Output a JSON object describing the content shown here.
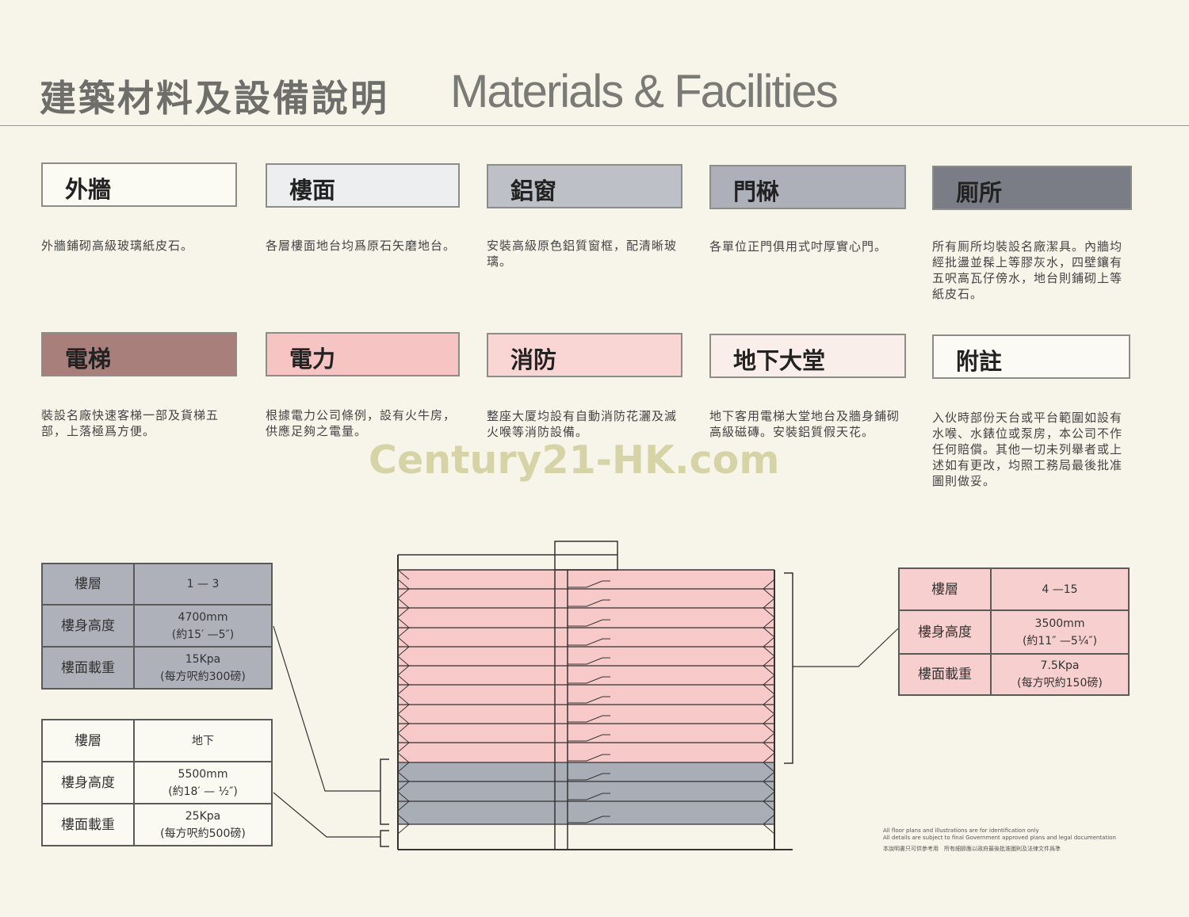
{
  "header": {
    "title_zh": "建築材料及設備說明",
    "title_en": "Materials & Facilities"
  },
  "categories": [
    {
      "title": "外牆",
      "desc": "外牆鋪砌高級玻璃紙皮石。"
    },
    {
      "title": "樓面",
      "desc": "各層樓面地台均爲原石矢磨地台。"
    },
    {
      "title": "鋁窗",
      "desc": "安裝高級原色鋁質窗框，配清晰玻璃。"
    },
    {
      "title": "門㮟",
      "desc": "各單位正門俱用式吋厚實心門。"
    },
    {
      "title": "厠所",
      "desc": "所有厠所均裝設名廠潔具。內牆均經批盪並髹上等膠灰水，四壁鑲有五呎高瓦仔傍水，地台則鋪砌上等紙皮石。"
    },
    {
      "title": "電梯",
      "desc": "裝設名廠快速客梯一部及貨梯五部，上落極爲方便。"
    },
    {
      "title": "電力",
      "desc": "根據電力公司條例，設有火牛房，供應足夠之電量。"
    },
    {
      "title": "消防",
      "desc": "整座大厦均設有自動消防花灑及滅火喉等消防設備。"
    },
    {
      "title": "地下大堂",
      "desc": "地下客用電梯大堂地台及牆身鋪砌高級磁磚。安裝鋁質假天花。"
    },
    {
      "title": "附註",
      "desc": "入伙時部份天台或平台範圍如設有水喉、水錶位或泵房，本公司不作任何賠償。其他一切未列舉者或上述如有更改，均照工務局最後批准圖則做妥。"
    }
  ],
  "watermark": "Century21-HK.com",
  "tables": {
    "floors_1_3": {
      "floor_label": "樓層",
      "floor_value": "1 — 3",
      "height_label": "樓身高度",
      "height_value": "4700mm",
      "height_note": "(約15′ —5″)",
      "load_label": "樓面載重",
      "load_value": "15Kpa",
      "load_note": "(每方呎約300磅)"
    },
    "ground": {
      "floor_label": "樓層",
      "floor_value": "地下",
      "height_label": "樓身高度",
      "height_value": "5500mm",
      "height_note": "(約18′ — ½″)",
      "load_label": "樓面載重",
      "load_value": "25Kpa",
      "load_note": "(每方呎約500磅)"
    },
    "floors_4_15": {
      "floor_label": "樓層",
      "floor_value": "4 —15",
      "height_label": "樓身高度",
      "height_value": "3500mm",
      "height_note": "(約11″ —5¼″)",
      "load_label": "樓面載重",
      "load_value": "7.5Kpa",
      "load_note": "(每方呎約150磅)"
    }
  },
  "notes": [
    "All floor plans and illustrations are for identification only",
    "All details are subject to final Government approved plans and legal documentation",
    "本說明書只可供參考用　所有細節應以政府最後批准圖則及法律文件爲準"
  ],
  "colors": {
    "background": "#f7f5ea",
    "upper_floors": "#f8c9c9",
    "lower_floors": "#a9adb6",
    "cat_fills": [
      "#fbfaf3",
      "#edeef0",
      "#bdc0c6",
      "#adb0b8",
      "#7a7d86",
      "#a97f7c",
      "#f6c4c2",
      "#f9d6d3",
      "#faeeea",
      "#fcfaf4"
    ]
  }
}
